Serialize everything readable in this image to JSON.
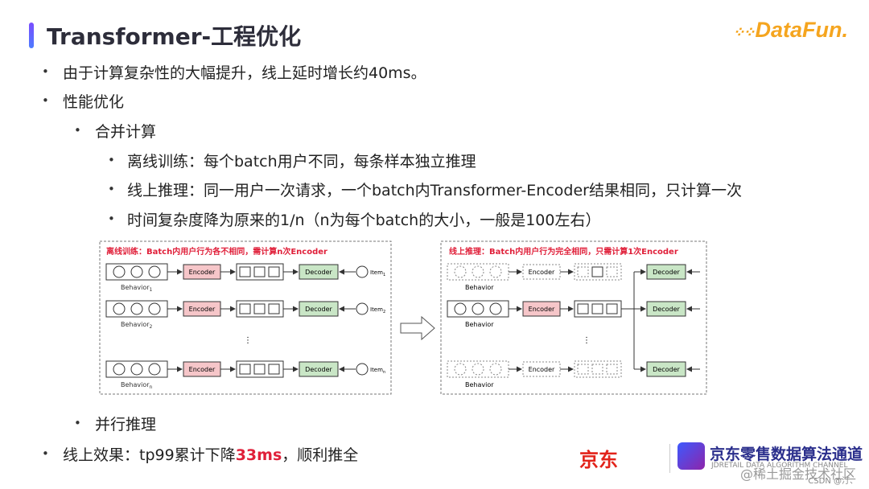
{
  "title": "Transformer-工程优化",
  "logo": "DataFun.",
  "lines": {
    "l1": "由于计算复杂性的大幅提升，线上延时增长约40ms。",
    "l2": "性能优化",
    "l3": "合并计算",
    "l4": "离线训练：每个batch用户不同，每条样本独立推理",
    "l5": "线上推理：同一用户一次请求，一个batch内Transformer-Encoder结果相同，只计算一次",
    "l6": "时间复杂度降为原来的1/n（n为每个batch的大小，一般是100左右）",
    "l7": "并行推理",
    "l8_prefix": "线上效果：tp99累计下降",
    "l8_highlight": "33ms",
    "l8_suffix": "，顺利推全"
  },
  "diagram": {
    "left_caption": "离线训练：Batch内用户行为各不相同，需计算n次Encoder",
    "right_caption": "线上推理：Batch内用户行为完全相同，只需计算1次Encoder",
    "encoder": "Encoder",
    "decoder": "Decoder",
    "behavior": "Behavior",
    "item": "Item",
    "sub1": "1",
    "sub2": "2",
    "subn": "n",
    "dots": "⋮",
    "colors": {
      "encoder_fill": "#f6c6c9",
      "decoder_fill": "#c9e6c6",
      "caption": "#e0203a"
    }
  },
  "footer": {
    "jd": "京东",
    "channel": "京东零售数据算法通道",
    "channel_sub": "JDRETAIL DATA ALGORITHM CHANNEL",
    "watermark": "@稀土掘金技术社区",
    "csdn": "CSDN @汀、"
  }
}
